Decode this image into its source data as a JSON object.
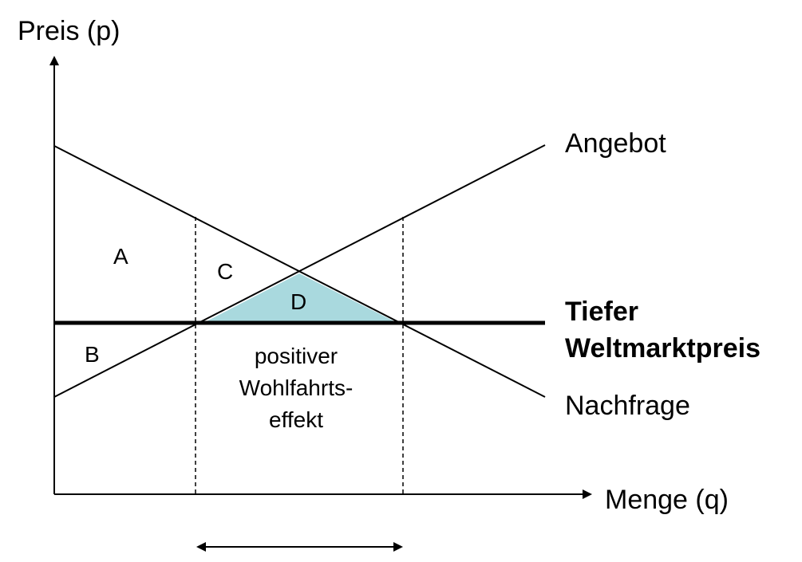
{
  "axes": {
    "y_label": "Preis (p)",
    "x_label": "Menge (q)"
  },
  "curves": {
    "supply_label": "Angebot",
    "demand_label": "Nachfrage",
    "world_price_label_line1": "Tiefer",
    "world_price_label_line2": "Weltmarktpreis"
  },
  "areas": {
    "a": "A",
    "b": "B",
    "c": "C",
    "d": "D"
  },
  "note": {
    "line1": "positiver",
    "line2": "Wohlfahrts-",
    "line3": "effekt"
  },
  "colors": {
    "area_d_fill": "#a9d9de",
    "lines": "#000000"
  }
}
